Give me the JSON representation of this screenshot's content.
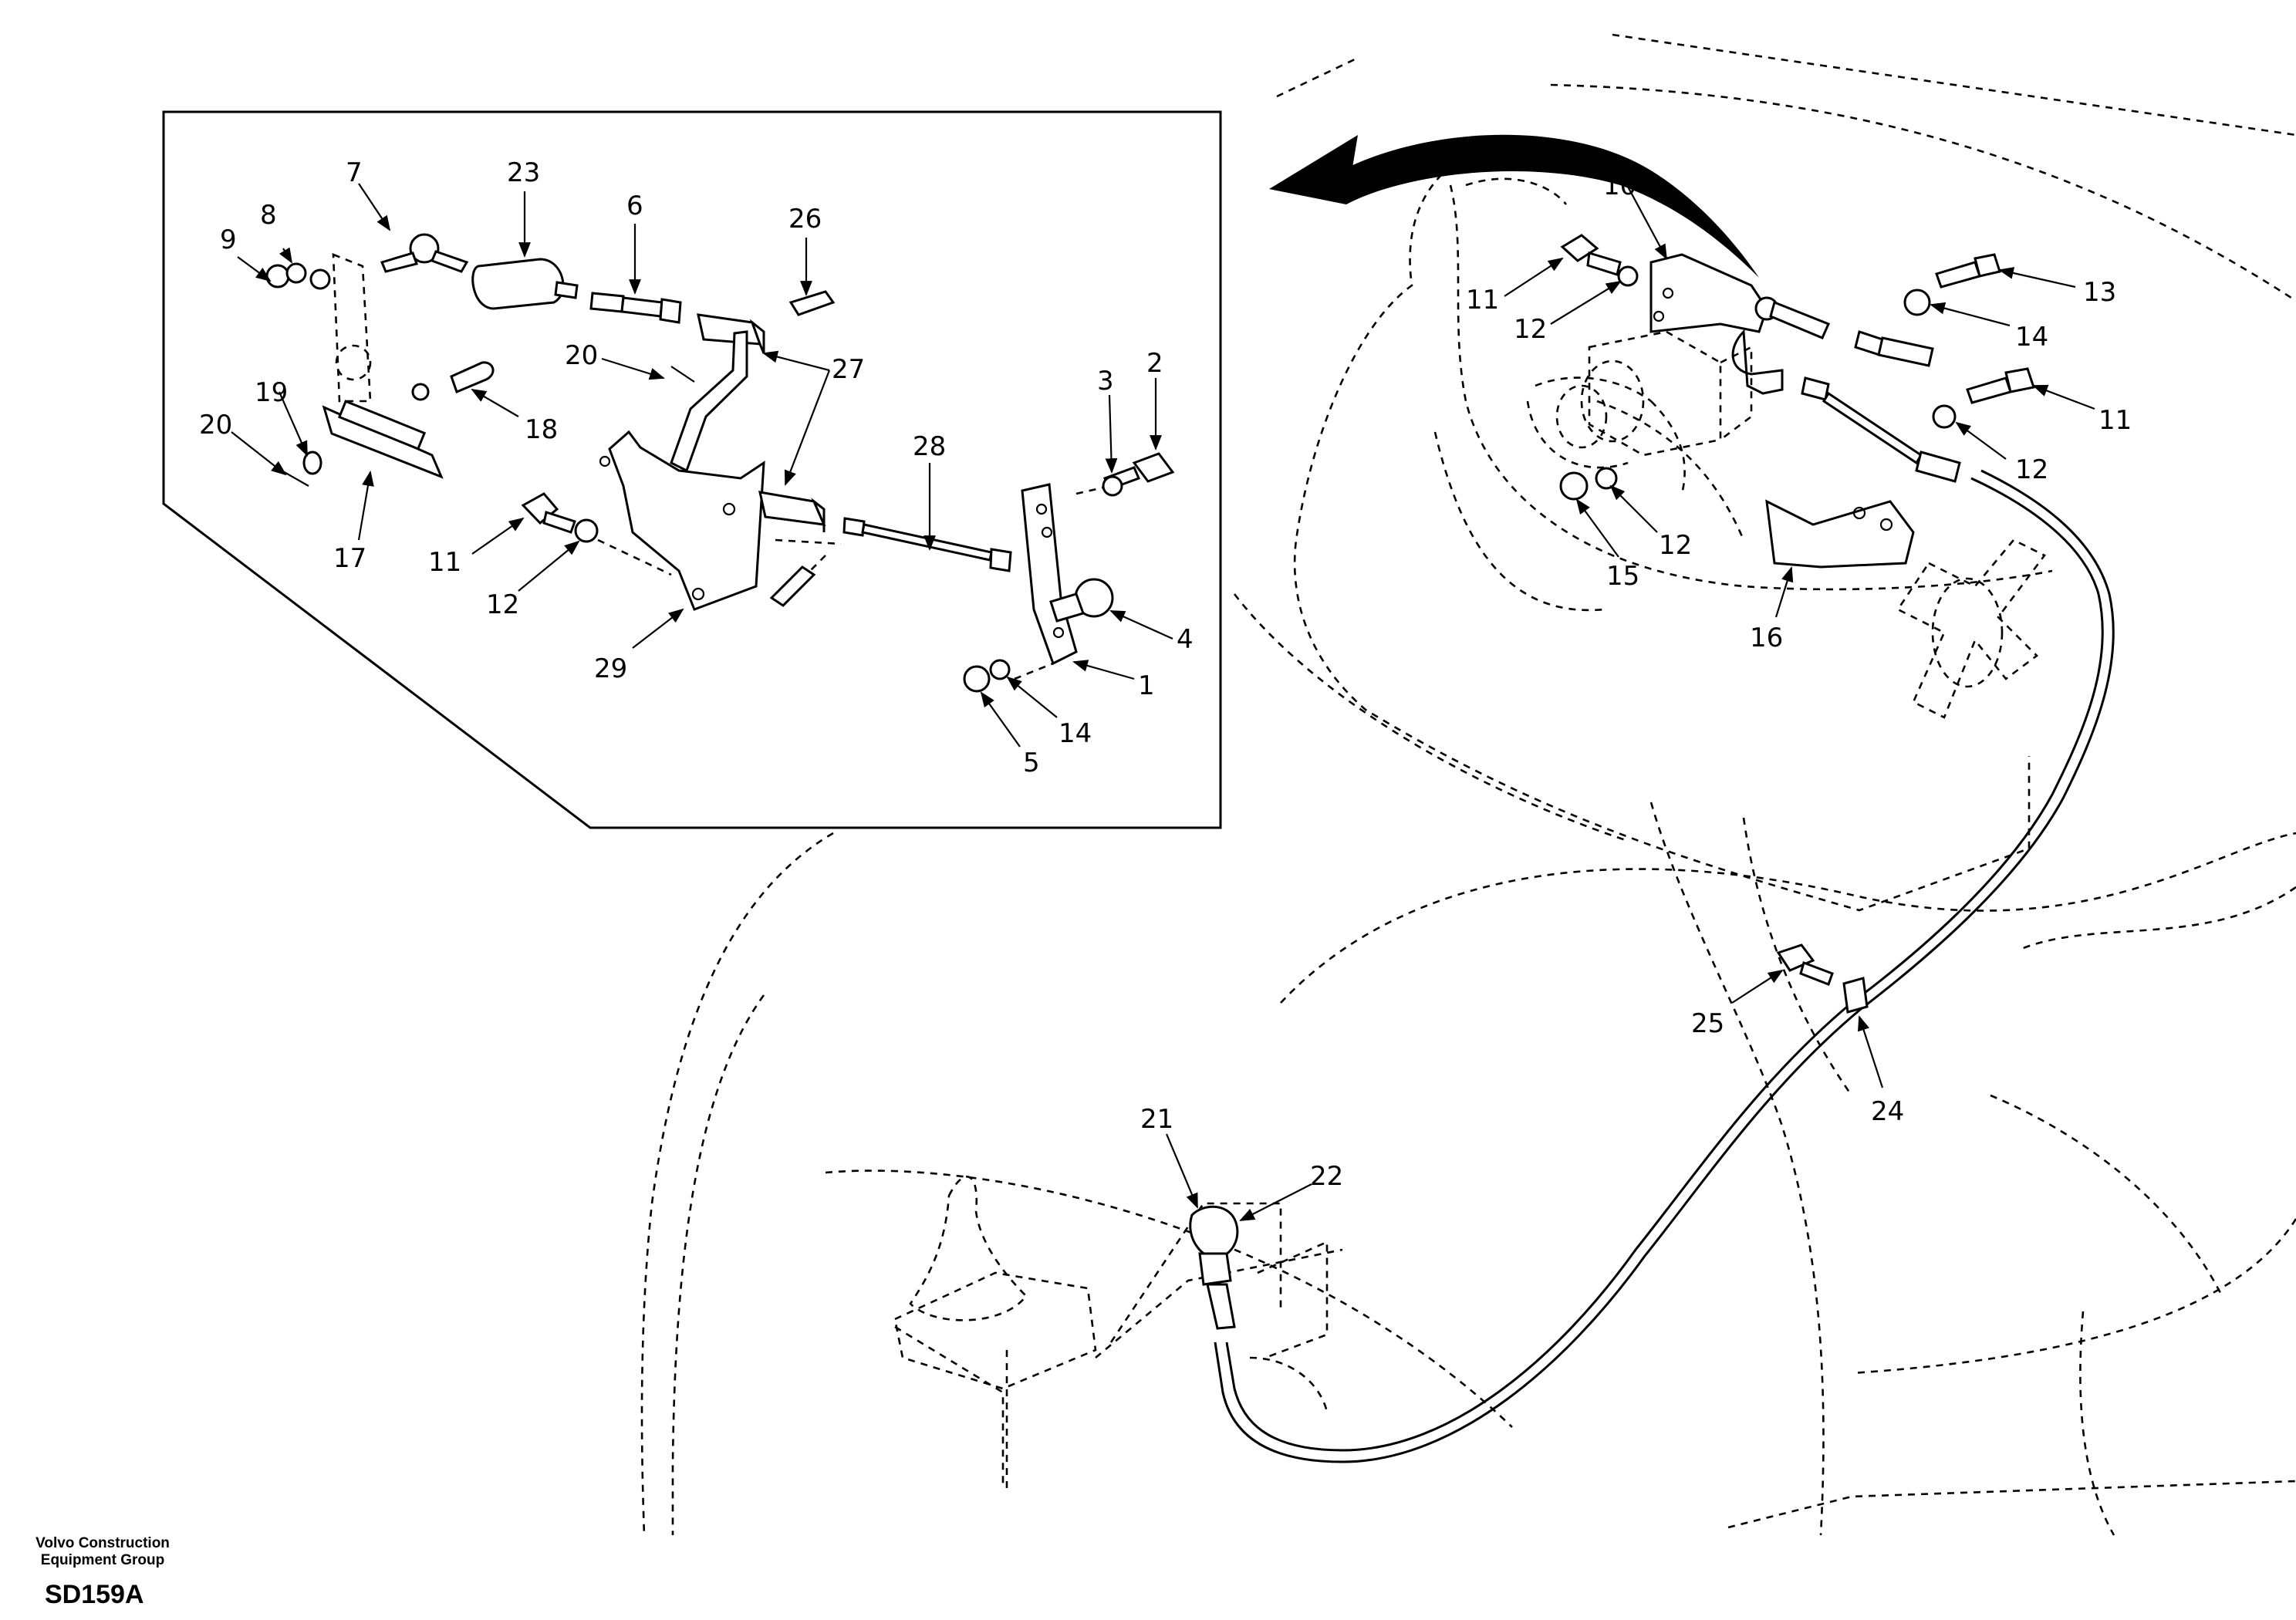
{
  "footer": {
    "company_line1": "Volvo Construction",
    "company_line2": "Equipment Group",
    "drawing_code": "SD159A"
  },
  "callouts": {
    "c1": "1",
    "c2": "2",
    "c3": "3",
    "c4": "4",
    "c5": "5",
    "c6": "6",
    "c7": "7",
    "c8": "8",
    "c9": "9",
    "c10": "10",
    "c11": "11",
    "c12": "12",
    "c13": "13",
    "c14": "14",
    "c15": "15",
    "c16": "16",
    "c17": "17",
    "c18": "18",
    "c19": "19",
    "c20": "20",
    "c21": "21",
    "c22": "22",
    "c23": "23",
    "c24": "24",
    "c25": "25",
    "c26": "26",
    "c27": "27",
    "c28": "28",
    "c29": "29"
  }
}
